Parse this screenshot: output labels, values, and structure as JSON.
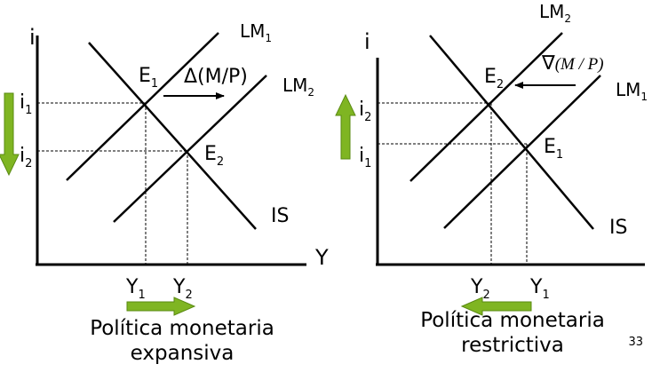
{
  "left": {
    "axis_y": "i",
    "axis_x": "Y",
    "lm1": {
      "base": "LM",
      "sub": "1"
    },
    "lm2": {
      "base": "LM",
      "sub": "2"
    },
    "is": "IS",
    "e1": {
      "base": "E",
      "sub": "1"
    },
    "e2": {
      "base": "E",
      "sub": "2"
    },
    "i1": {
      "base": "i",
      "sub": "1"
    },
    "i2": {
      "base": "i",
      "sub": "2"
    },
    "y1": {
      "base": "Y",
      "sub": "1"
    },
    "y2": {
      "base": "Y",
      "sub": "2"
    },
    "shift": "Δ(M/P)",
    "caption_line1": "Política monetaria",
    "caption_line2": "expansiva"
  },
  "right": {
    "axis_y": "i",
    "lm1": {
      "base": "LM",
      "sub": "1"
    },
    "lm2": {
      "base": "LM",
      "sub": "2"
    },
    "is": "IS",
    "e1": {
      "base": "E",
      "sub": "1"
    },
    "e2": {
      "base": "E",
      "sub": "2"
    },
    "i1": {
      "base": "i",
      "sub": "1"
    },
    "i2": {
      "base": "i",
      "sub": "2"
    },
    "y1": {
      "base": "Y",
      "sub": "1"
    },
    "y2": {
      "base": "Y",
      "sub": "2"
    },
    "shift_symbol": "∇",
    "shift_formula": "(M / P)",
    "caption_line1": "Política monetaria",
    "caption_line2": "restrictiva"
  },
  "page_number": "33",
  "colors": {
    "arrow_green": "#7fb522",
    "arrow_green_dark": "#5a8a12",
    "line": "#000000"
  }
}
